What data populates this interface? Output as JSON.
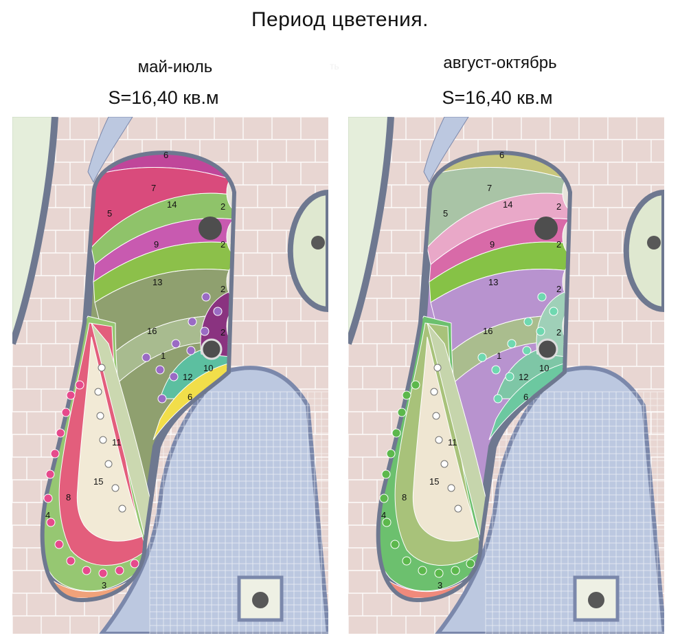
{
  "title": "Период  цветения.",
  "ghost_text": "ть",
  "panels": [
    {
      "period": "май-июль",
      "area": "S=16,40 кв.м",
      "colors": {
        "b6": "#c0469a",
        "b7": "#d94b7c",
        "b14": "#8fc36a",
        "b9": "#c85ab0",
        "b13": "#8cc04a",
        "b16": "#8fa06f",
        "b1": "#a8bb8f",
        "b12": "#5cbfa0",
        "b10": "#8a3380",
        "b6b": "#f1de4a",
        "b5": "#e04d82",
        "b11": "#cbd8b0",
        "b15": "#f2ead6",
        "b8": "#e35e7c",
        "b4": "#96c772",
        "b3": "#f0a27a",
        "outer_stripe": "#e0a046",
        "dots_inner": "#9a6bc4",
        "dots_outer": "#e64a8c"
      },
      "labels": {
        "b6": "6",
        "b7": "7",
        "b14": "14",
        "b5": "5",
        "b9": "9",
        "b13": "13",
        "b16": "16",
        "b1": "1",
        "b12": "12",
        "b10": "10",
        "b6b": "6",
        "b11": "11",
        "b15": "15",
        "b8": "8",
        "b4": "4",
        "b3": "3",
        "b2": "2"
      }
    },
    {
      "period": "август-октябрь",
      "area": "S=16,40 кв.м",
      "colors": {
        "b6": "#c8c77d",
        "b7": "#a9c4a6",
        "b14": "#e9a8c8",
        "b9": "#d86aa8",
        "b13": "#86c246",
        "b16": "#b893cf",
        "b1": "#aabd8e",
        "b12": "#7ec6a6",
        "b10": "#9fd0b8",
        "b6b": "#6cc8a0",
        "b5": "#d8599c",
        "b11": "#c6d5ac",
        "b15": "#efe6d2",
        "b8": "#a8c27a",
        "b4": "#6cc06e",
        "b3": "#f08a7c",
        "outer_stripe": "#c46aa8",
        "dots_inner": "#6fd8b0",
        "dots_outer": "#5cb84c"
      },
      "labels": {
        "b6": "6",
        "b7": "7",
        "b14": "14",
        "b5": "5",
        "b9": "9",
        "b13": "13",
        "b16": "16",
        "b1": "1",
        "b12": "12",
        "b10": "10",
        "b6b": "6",
        "b11": "11",
        "b15": "15",
        "b8": "8",
        "b4": "4",
        "b3": "3",
        "b2": "2"
      }
    }
  ],
  "palette": {
    "paving": "#e8d6d2",
    "paving_line": "#ffffff",
    "lawn": "#e5eedb",
    "tiles": "#bcc8e0",
    "tiles_dark": "#7b88ab",
    "border": "#6e7890",
    "drain": "#585858",
    "hedge": "#dfe8d0"
  }
}
